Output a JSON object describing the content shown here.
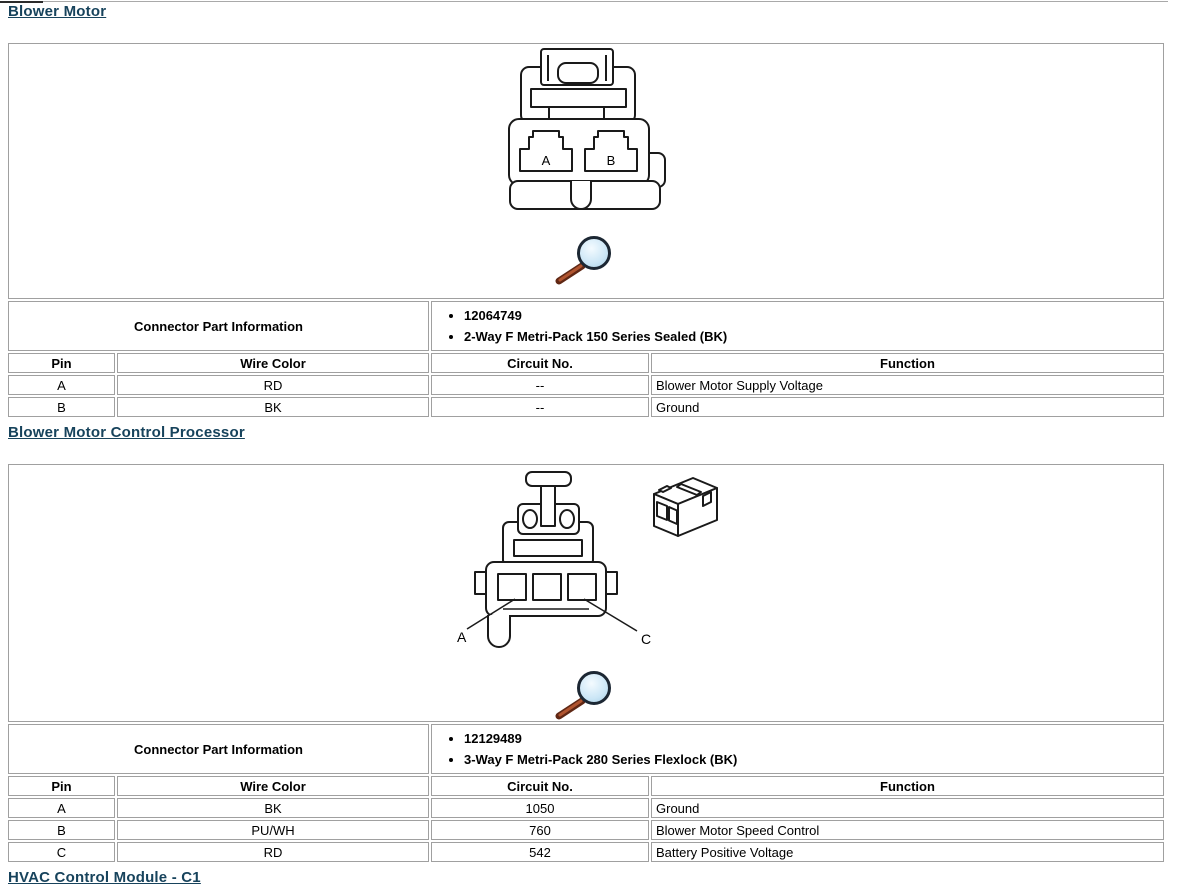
{
  "page": {
    "footer_heading": "HVAC Control Module - C1"
  },
  "colors": {
    "heading": "#17435c",
    "table_border": "#a0a0a0",
    "lens_fill": "#cbe6f6",
    "handle": "#8a3a24",
    "line_art": "#1a1a1a"
  },
  "sections": [
    {
      "heading": "Blower Motor",
      "connector_part_information_label": "Connector Part Information",
      "part_bullets": [
        "12064749",
        "2-Way F Metri-Pack 150 Series Sealed (BK)"
      ],
      "columns": [
        "Pin",
        "Wire Color",
        "Circuit No.",
        "Function"
      ],
      "rows": [
        [
          "A",
          "RD",
          "--",
          "Blower Motor Supply Voltage"
        ],
        [
          "B",
          "BK",
          "--",
          "Ground"
        ]
      ],
      "diagram": {
        "type": "2-way connector front view",
        "labels": [
          "A",
          "B"
        ]
      }
    },
    {
      "heading": "Blower Motor Control Processor",
      "connector_part_information_label": "Connector Part Information",
      "part_bullets": [
        "12129489",
        "3-Way F Metri-Pack 280 Series Flexlock (BK)"
      ],
      "columns": [
        "Pin",
        "Wire Color",
        "Circuit No.",
        "Function"
      ],
      "rows": [
        [
          "A",
          "BK",
          "1050",
          "Ground"
        ],
        [
          "B",
          "PU/WH",
          "760",
          "Blower Motor Speed Control"
        ],
        [
          "C",
          "RD",
          "542",
          "Battery Positive Voltage"
        ]
      ],
      "diagram": {
        "type": "3-way connector front and isometric views",
        "labels": [
          "A",
          "C"
        ]
      }
    }
  ]
}
